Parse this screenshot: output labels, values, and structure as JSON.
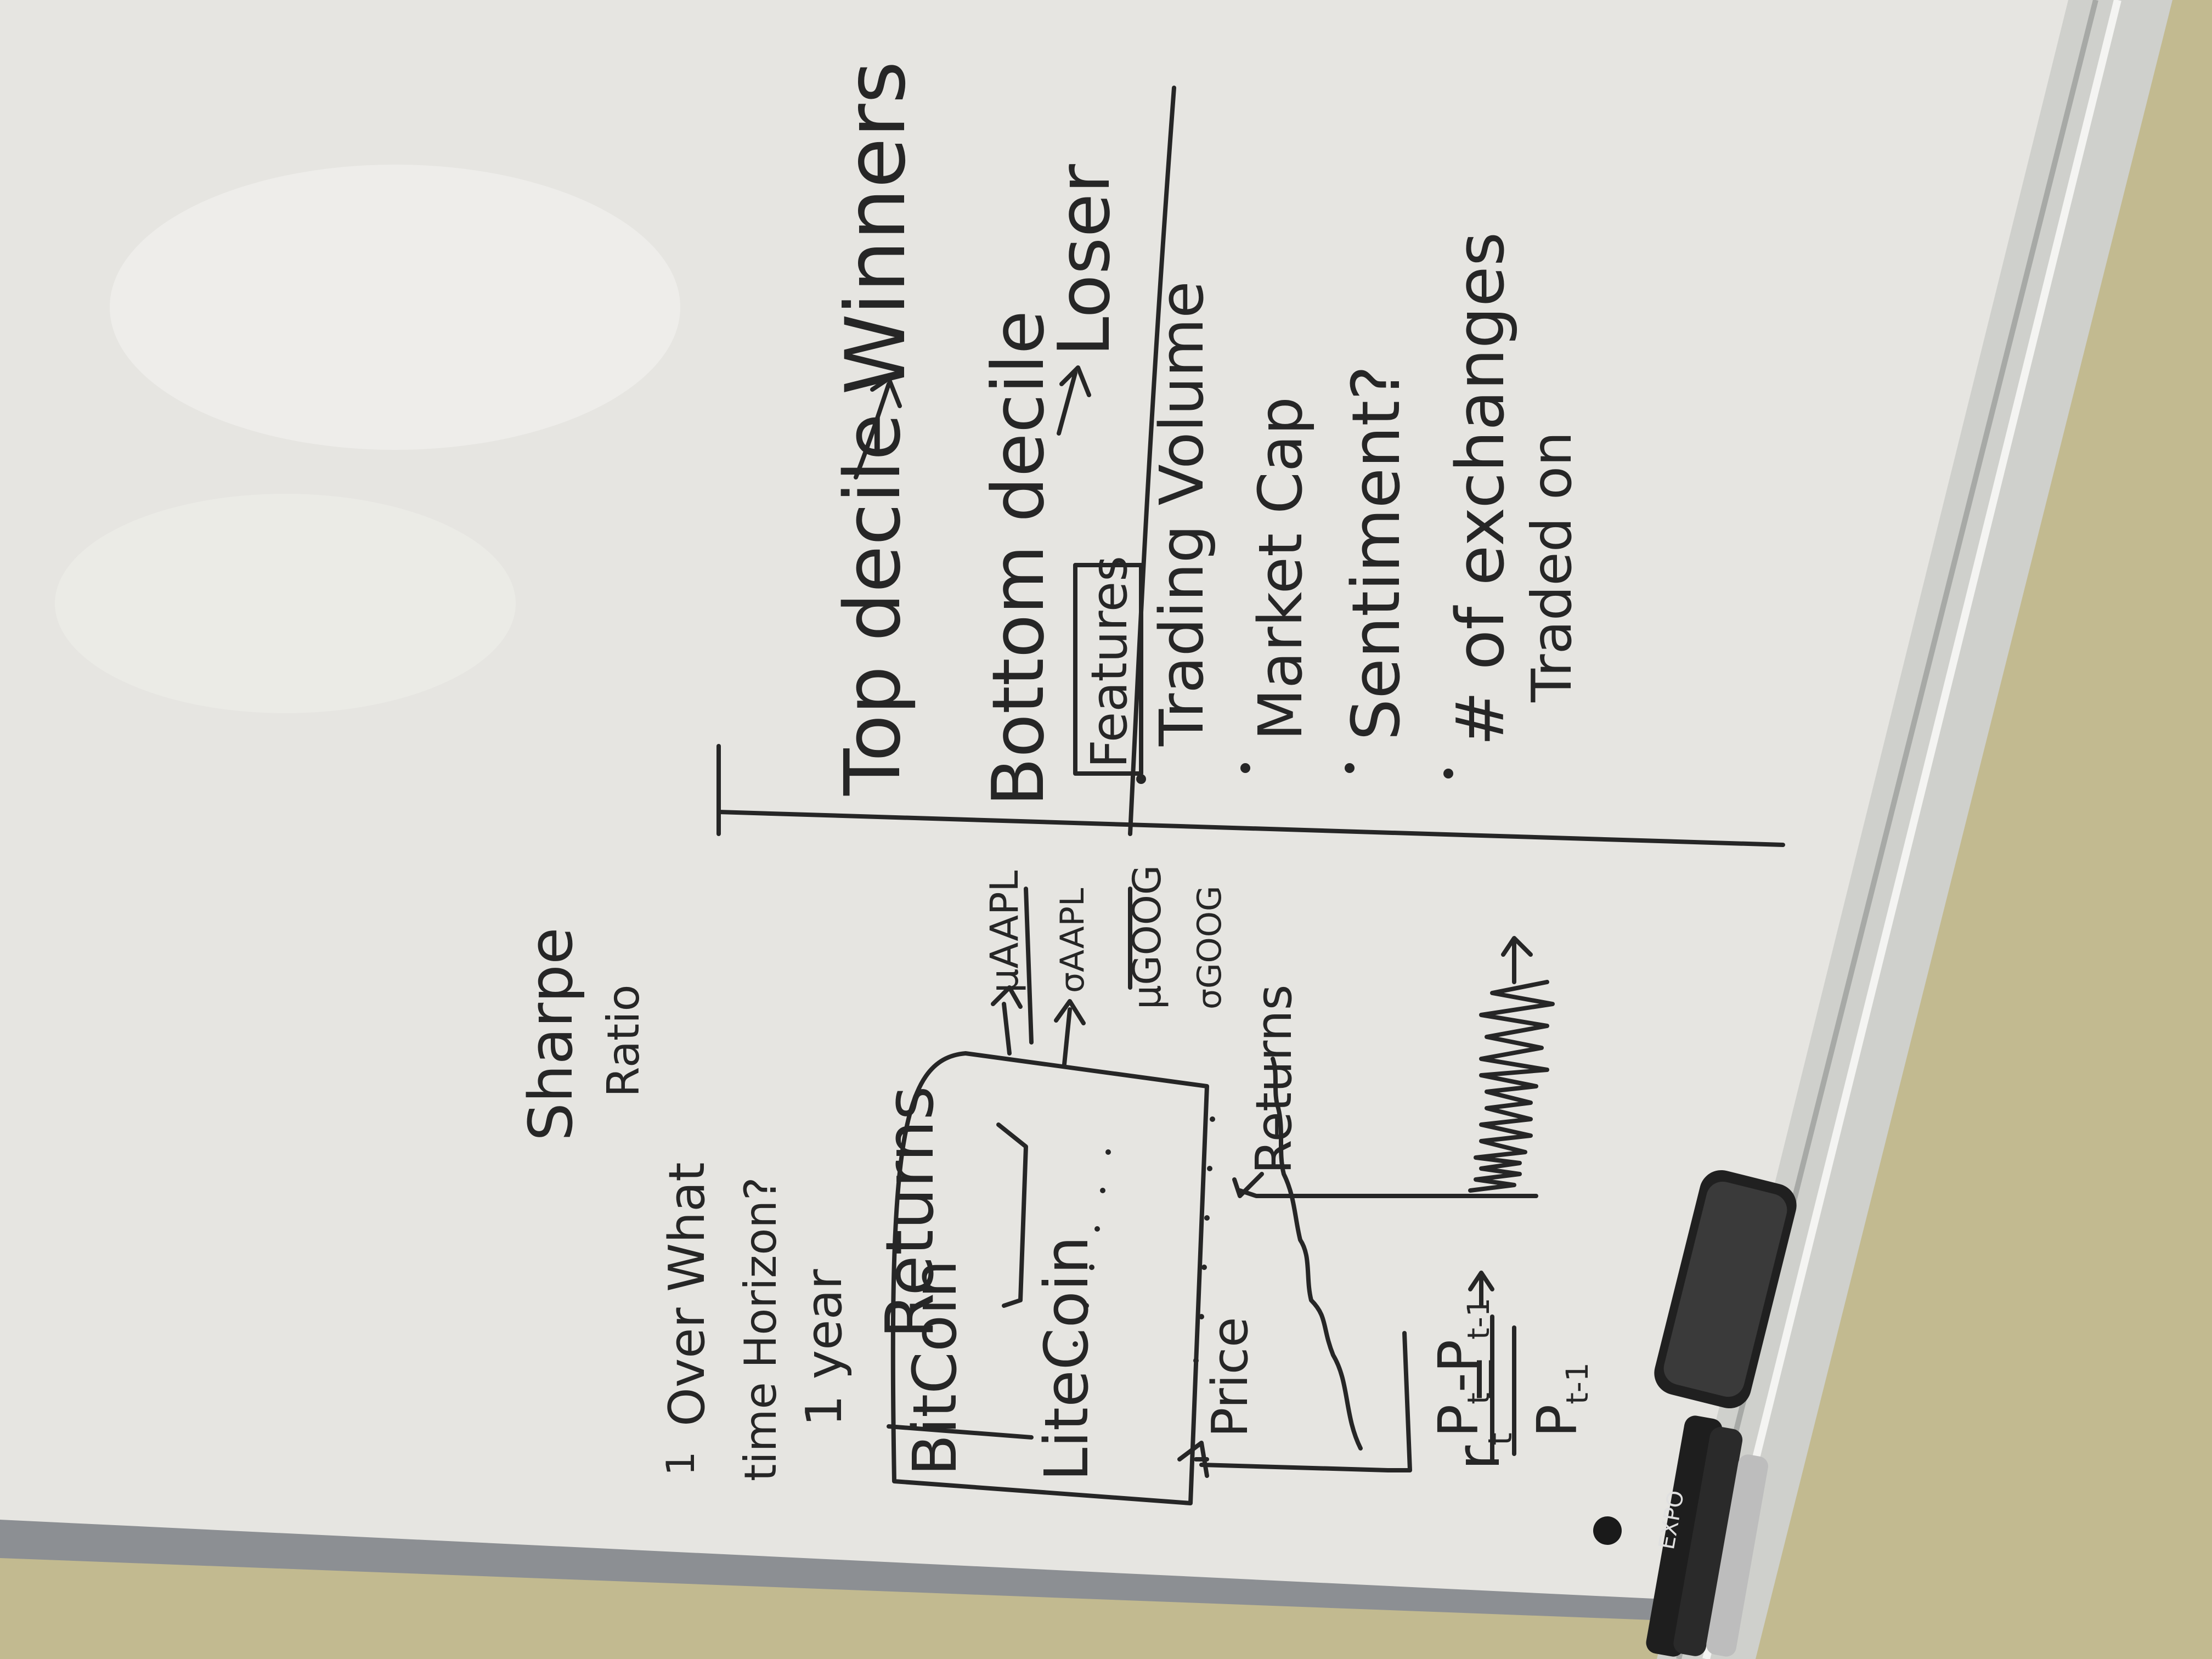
{
  "board": {
    "colors": {
      "surface": "#e6e5e1",
      "frame": "#8c8f93",
      "ink": "#262626",
      "wall": "#c2ba90"
    },
    "top_section": {
      "title": "Sharpe",
      "title_line2": "Ratio",
      "question_number": "1",
      "question_line1": "Over What",
      "question_line2": "time Horizon?",
      "answer": "1 year"
    },
    "returns_box": {
      "header": "Returns",
      "row1": "BitCoin",
      "row2": "LiteCoin",
      "mu_aapl": "μAAPL",
      "sigma_aapl": "σAAPL",
      "mu_goog": "μGOOG",
      "sigma_goog": "σGOOG"
    },
    "price_chart": {
      "y_label": "Price"
    },
    "returns_chart": {
      "y_label": "Returns"
    },
    "formula": {
      "lhs": "r",
      "lhs_sub": "t",
      "numerator": "P",
      "num_sub1": "t",
      "num_minus": "-P",
      "num_sub2": "t-1",
      "denominator": "P",
      "den_sub": "t-1"
    },
    "right_section": {
      "top_decile": "Top decile",
      "winners": "Winners",
      "bottom_decile": "Bottom decile",
      "loser": "Loser",
      "features_header": "Features",
      "features": [
        "Trading Volume",
        "Market Cap",
        "Sentiment?",
        "# of exchanges",
        "Traded on"
      ],
      "marker_bullet": "•"
    },
    "tray": {
      "marker_brand": "EXPO"
    }
  }
}
